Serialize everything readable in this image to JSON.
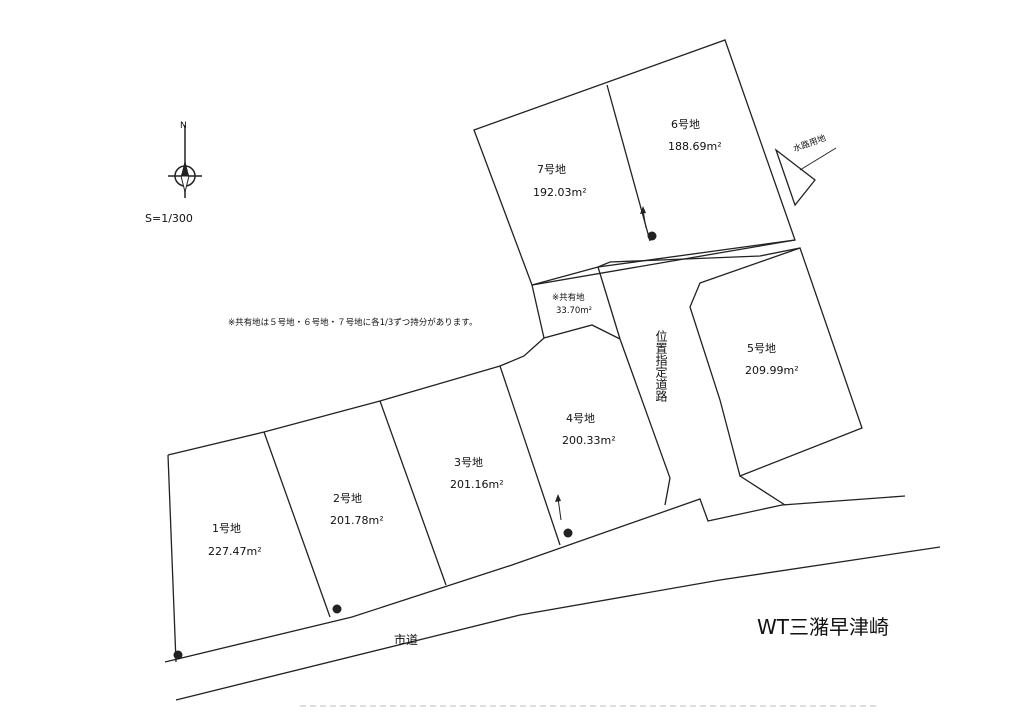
{
  "scale": "S=1/300",
  "note": "※共有地は５号地・６号地・７号地に各1/3ずつ持分があります。",
  "lots": [
    {
      "name": "1号地",
      "area": "227.47m²"
    },
    {
      "name": "2号地",
      "area": "201.78m²"
    },
    {
      "name": "3号地",
      "area": "201.16m²"
    },
    {
      "name": "4号地",
      "area": "200.33m²"
    },
    {
      "name": "5号地",
      "area": "209.99m²"
    },
    {
      "name": "6号地",
      "area": "188.69m²"
    },
    {
      "name": "7号地",
      "area": "192.03m²"
    }
  ],
  "shared_land": {
    "name": "※共有地",
    "area": "33.70m²"
  },
  "road_designated": "位置指定道路",
  "city_road": "市道",
  "water_channel": "水路用地",
  "compass_label": "N",
  "site_title": "WT三潴早津崎"
}
